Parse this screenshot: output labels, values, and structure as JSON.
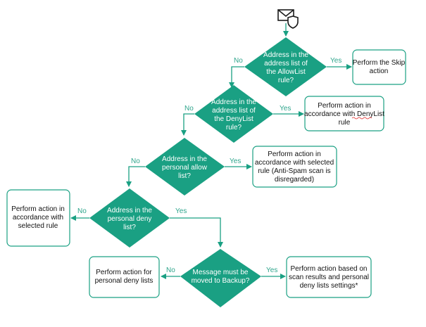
{
  "colors": {
    "accent": "#1aa083",
    "label": "#2fa58c"
  },
  "icon": "envelope-with-shield-icon",
  "decisions": [
    {
      "id": "d1",
      "lines": [
        "Address in the",
        "address list of",
        "the AllowList",
        "rule?"
      ],
      "yes": "Yes",
      "no": "No"
    },
    {
      "id": "d2",
      "lines": [
        "Address in the",
        "address list of",
        "the DenyList",
        "rule?"
      ],
      "yes": "Yes",
      "no": "No"
    },
    {
      "id": "d3",
      "lines": [
        "Address in the",
        "personal allow",
        "list?"
      ],
      "yes": "Yes",
      "no": "No"
    },
    {
      "id": "d4",
      "lines": [
        "Address in the",
        "personal deny",
        "list?"
      ],
      "yes": "Yes",
      "no": "No"
    },
    {
      "id": "d5",
      "lines": [
        "Message must be",
        "moved to Backup?"
      ],
      "yes": "Yes",
      "no": "No"
    }
  ],
  "actions": [
    {
      "id": "a1",
      "lines": [
        "Perform the Skip",
        "action"
      ]
    },
    {
      "id": "a2",
      "lines": [
        "Perform action in",
        "accordance with DenyList",
        "rule"
      ]
    },
    {
      "id": "a3",
      "lines": [
        "Perform action in",
        "accordance with selected",
        "rule (Anti-Spam scan is",
        "disregarded)"
      ]
    },
    {
      "id": "a4",
      "lines": [
        "Perform action in",
        "accordance with",
        "selected rule"
      ]
    },
    {
      "id": "a5",
      "lines": [
        "Perform action for",
        "personal deny lists"
      ]
    },
    {
      "id": "a6",
      "lines": [
        "Perform action based on",
        "scan results and personal",
        "deny lists settings*"
      ]
    }
  ]
}
